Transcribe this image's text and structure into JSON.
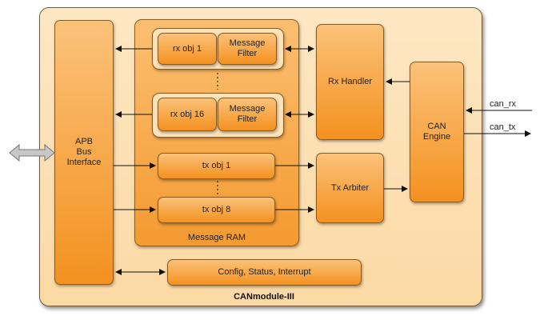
{
  "module_title": "CANmodule-III",
  "apb": {
    "line1": "APB",
    "line2": "Bus",
    "line3": "Interface"
  },
  "message_ram": {
    "label": "Message RAM",
    "rx_obj_first": "rx obj 1",
    "rx_obj_last": "rx obj 16",
    "filter_line1": "Message",
    "filter_line2": "Filter",
    "tx_obj_first": "tx obj 1",
    "tx_obj_last": "tx obj 8"
  },
  "rx_handler": "Rx Handler",
  "tx_arbiter": "Tx Arbiter",
  "can_engine": {
    "line1": "CAN",
    "line2": "Engine"
  },
  "config": "Config, Status, Interrupt",
  "signals": {
    "rx": "can_rx",
    "tx": "can_tx"
  },
  "colors": {
    "block_top": "#fbc27a",
    "block_bottom": "#f4911f",
    "outer_fill": "#fde7c3",
    "border": "#8a5a1e"
  }
}
